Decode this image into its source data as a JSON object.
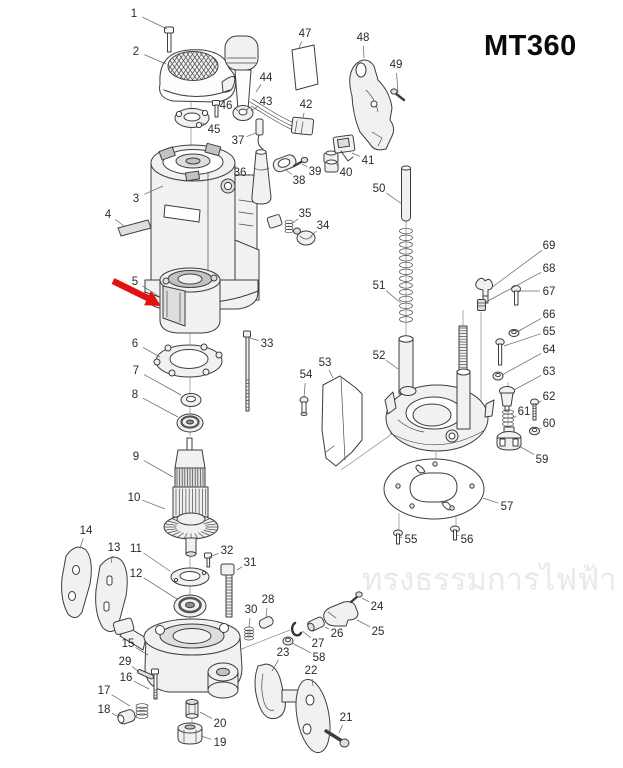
{
  "title": "MT360",
  "watermark": "ทรงธรรมการไฟฟ้า",
  "diagram": {
    "type": "exploded-parts-diagram",
    "model": "MT360",
    "parts": [
      "1",
      "2",
      "3",
      "4",
      "5",
      "6",
      "7",
      "8",
      "9",
      "10",
      "11",
      "12",
      "13",
      "14",
      "15",
      "16",
      "17",
      "18",
      "19",
      "20",
      "21",
      "22",
      "23",
      "24",
      "25",
      "26",
      "27",
      "28",
      "29",
      "30",
      "31",
      "32",
      "33",
      "34",
      "35",
      "36",
      "37",
      "38",
      "39",
      "40",
      "41",
      "42",
      "43",
      "44",
      "45",
      "46",
      "47",
      "48",
      "49",
      "50",
      "51",
      "52",
      "53",
      "54",
      "55",
      "56",
      "57",
      "58",
      "59",
      "60",
      "61",
      "62",
      "63",
      "64",
      "65",
      "66",
      "67",
      "68",
      "69"
    ],
    "red_arrow": {
      "color": "#e31212",
      "points_to_part": "5"
    }
  },
  "colors": {
    "line": "#3d3d3d",
    "leader": "#6a6a6a",
    "watermark_gray": "#e9e9e9",
    "title_black": "#0b0b0b"
  }
}
